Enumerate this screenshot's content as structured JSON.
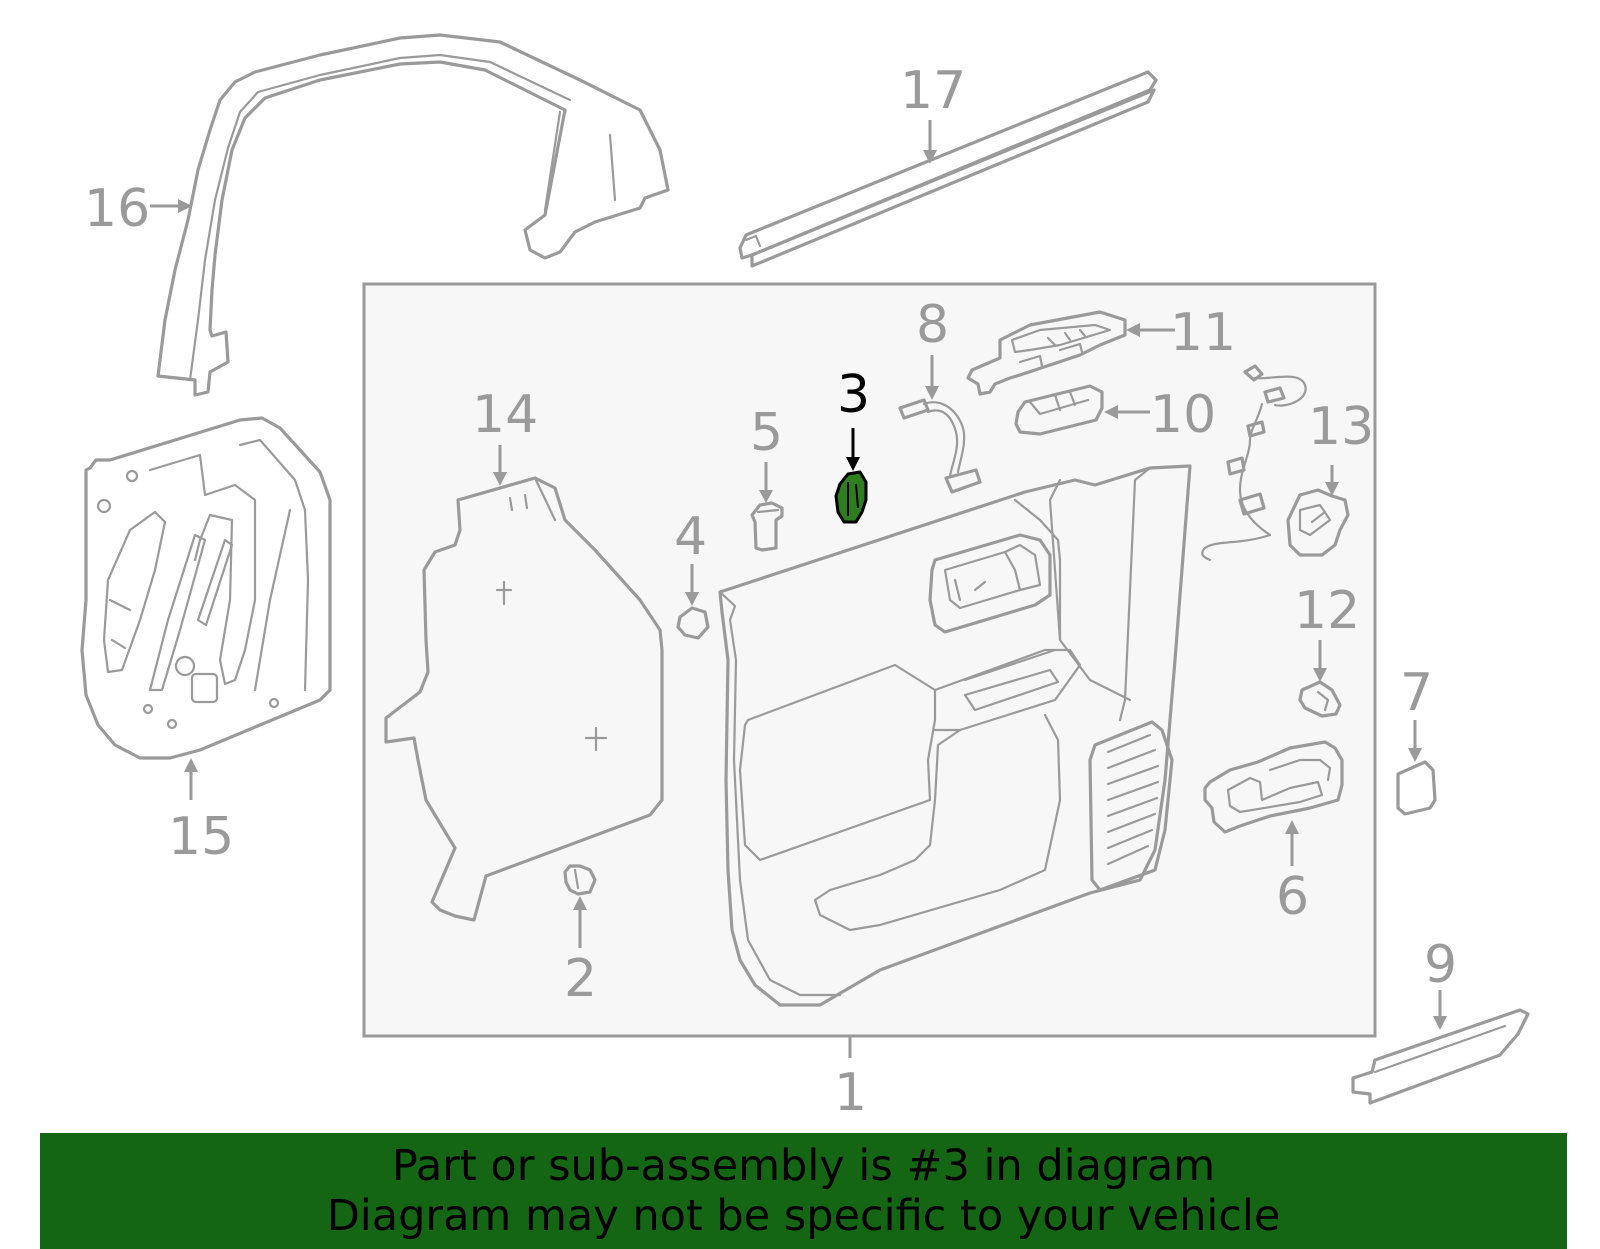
{
  "diagram": {
    "callouts": [
      {
        "id": "1",
        "label": "1"
      },
      {
        "id": "2",
        "label": "2"
      },
      {
        "id": "3",
        "label": "3",
        "highlighted": true
      },
      {
        "id": "4",
        "label": "4"
      },
      {
        "id": "5",
        "label": "5"
      },
      {
        "id": "6",
        "label": "6"
      },
      {
        "id": "7",
        "label": "7"
      },
      {
        "id": "8",
        "label": "8"
      },
      {
        "id": "9",
        "label": "9"
      },
      {
        "id": "10",
        "label": "10"
      },
      {
        "id": "11",
        "label": "11"
      },
      {
        "id": "12",
        "label": "12"
      },
      {
        "id": "13",
        "label": "13"
      },
      {
        "id": "14",
        "label": "14"
      },
      {
        "id": "15",
        "label": "15"
      },
      {
        "id": "16",
        "label": "16"
      },
      {
        "id": "17",
        "label": "17"
      }
    ],
    "highlight_color": "#2e7d1e",
    "line_color": "#9a9a9a"
  },
  "banner": {
    "line1": "Part or sub-assembly is #3 in diagram",
    "line2": "Diagram may not be specific to your vehicle",
    "background": "#146614"
  }
}
